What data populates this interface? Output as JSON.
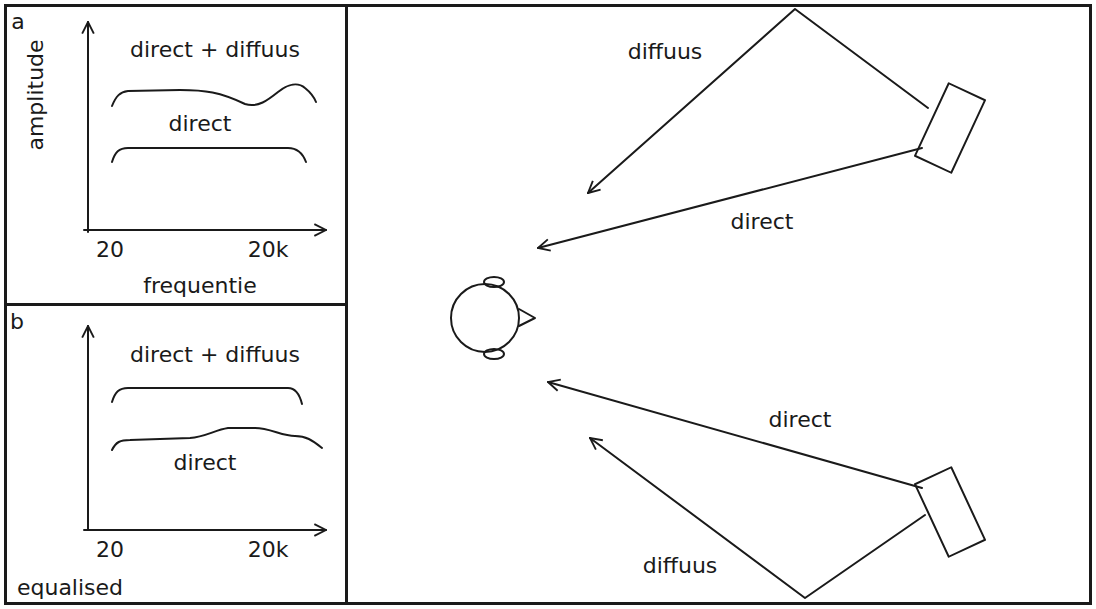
{
  "diagram": {
    "nodes": [
      {
        "text": [
          "a",
          "amplitude",
          "direct + diffuus",
          "direct",
          "20",
          "20k",
          "frequentie"
        ]
      },
      {
        "text": [
          "b",
          "direct + diffuus",
          "direct",
          "20",
          "20k",
          "equalised"
        ]
      },
      {
        "text": [
          "diffuus",
          "direct",
          "direct",
          "diffuus"
        ]
      }
    ]
  }
}
